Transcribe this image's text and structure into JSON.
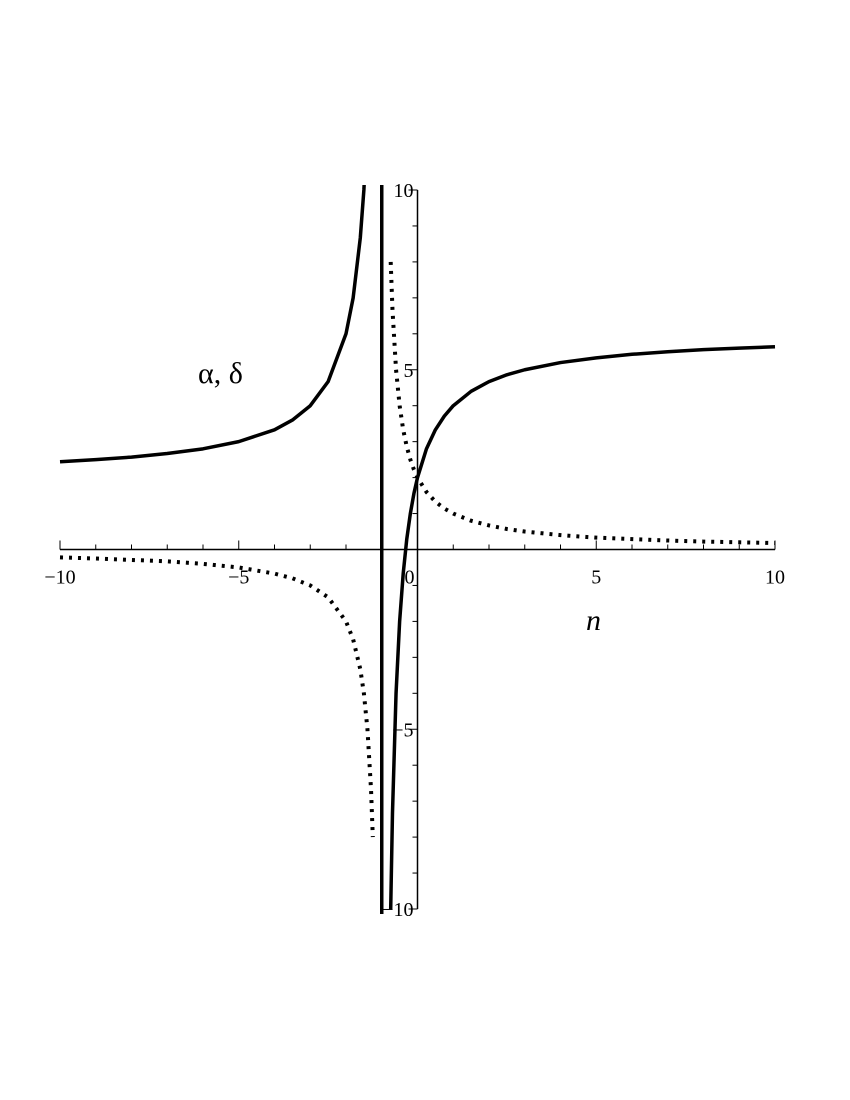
{
  "chart_data": {
    "type": "line",
    "title": "",
    "xlabel": "n",
    "ylabel": "α, δ",
    "xlim": [
      -10,
      10
    ],
    "ylim": [
      -10,
      10
    ],
    "grid": false,
    "legend": "none",
    "x_ticks": [
      -10,
      -5,
      0,
      5,
      10
    ],
    "x_tick_labels": [
      "−10",
      "−5",
      "0",
      "5",
      "10"
    ],
    "y_ticks": [
      -10,
      -5,
      5,
      10
    ],
    "y_tick_labels": [
      "−10",
      "−5",
      "5",
      "10"
    ],
    "vertical_asymptote": -1,
    "series": [
      {
        "style": "solid",
        "color": "#000000",
        "x": [
          -10,
          -9,
          -8,
          -7,
          -6,
          -5,
          -4,
          -3.5,
          -3,
          -2.5,
          -2,
          -1.8,
          -1.6,
          -1.5,
          -1.4,
          -1.3,
          -1.25,
          -0.75,
          -0.7,
          -0.6,
          -0.5,
          -0.4,
          -0.3,
          -0.2,
          -0.1,
          0,
          0.25,
          0.5,
          0.75,
          1,
          1.5,
          2,
          2.5,
          3,
          4,
          5,
          6,
          7,
          8,
          9,
          10
        ],
        "y": [
          2.44,
          2.5,
          2.57,
          2.67,
          2.8,
          3,
          3.33,
          3.6,
          4,
          4.67,
          6,
          7,
          8.67,
          10,
          12,
          15.33,
          18,
          -10,
          -7.33,
          -4,
          -2,
          -0.67,
          0.29,
          1,
          1.56,
          2,
          2.8,
          3.33,
          3.71,
          4,
          4.4,
          4.67,
          4.86,
          5,
          5.2,
          5.33,
          5.43,
          5.5,
          5.56,
          5.6,
          5.64
        ]
      },
      {
        "style": "dotted",
        "color": "#000000",
        "x": [
          -10,
          -9,
          -8,
          -7,
          -6,
          -5,
          -4,
          -3.5,
          -3,
          -2.5,
          -2,
          -1.8,
          -1.6,
          -1.5,
          -1.4,
          -1.3,
          -1.25,
          -0.75,
          -0.7,
          -0.6,
          -0.5,
          -0.4,
          -0.3,
          -0.2,
          -0.1,
          0,
          0.25,
          0.5,
          0.75,
          1,
          1.5,
          2,
          2.5,
          3,
          4,
          5,
          6,
          7,
          8,
          9,
          10
        ],
        "y": [
          -0.22,
          -0.25,
          -0.29,
          -0.33,
          -0.4,
          -0.5,
          -0.67,
          -0.8,
          -1,
          -1.33,
          -2,
          -2.5,
          -3.33,
          -4,
          -5,
          -6.67,
          -8,
          8,
          6.67,
          5,
          4,
          3.33,
          2.86,
          2.5,
          2.22,
          2,
          1.6,
          1.33,
          1.14,
          1,
          0.8,
          0.67,
          0.57,
          0.5,
          0.4,
          0.33,
          0.29,
          0.25,
          0.22,
          0.2,
          0.18
        ]
      }
    ]
  }
}
